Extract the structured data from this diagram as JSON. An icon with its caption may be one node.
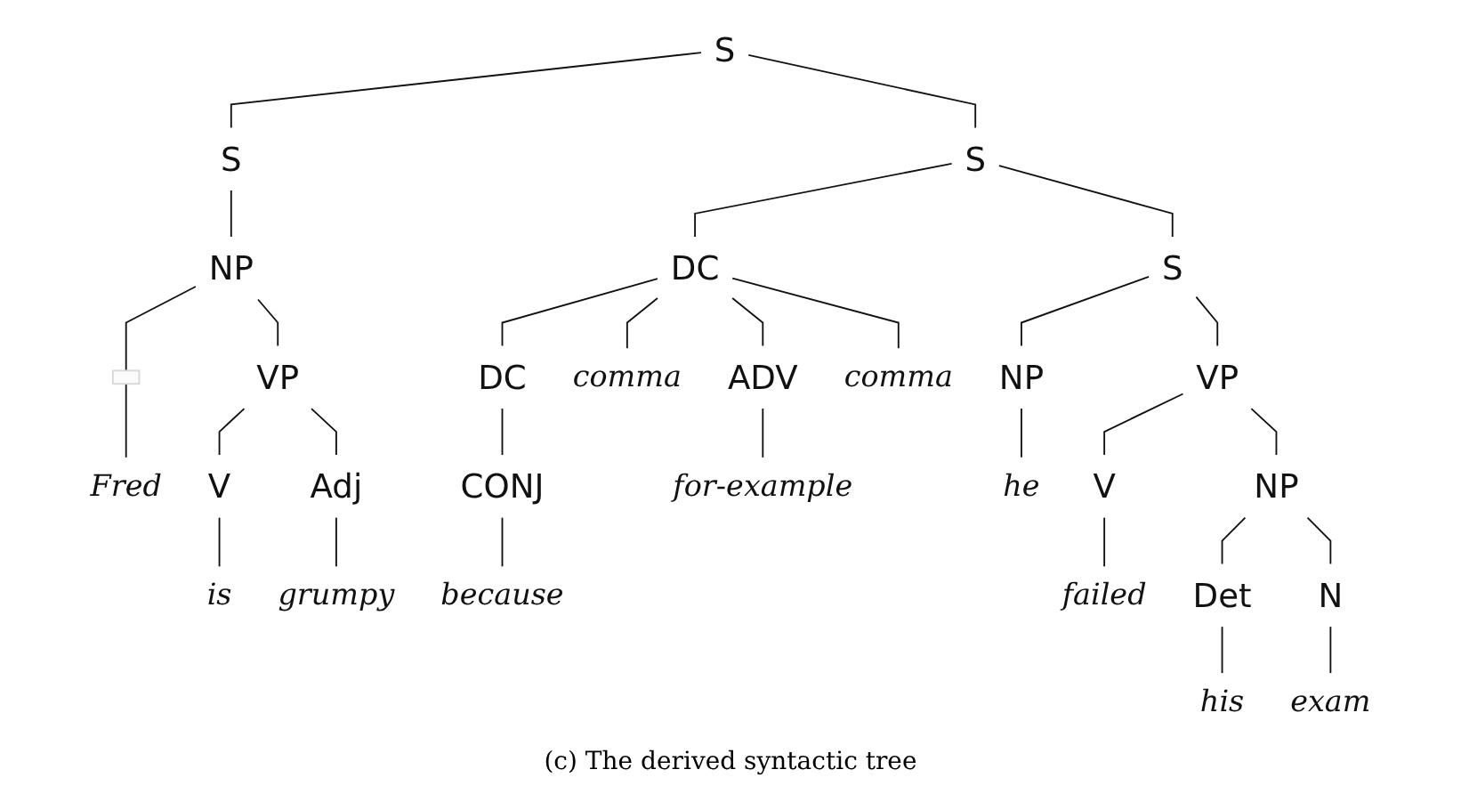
{
  "diagram": {
    "caption": "(c) The derived syntactic tree",
    "nodes": [
      {
        "text": [
          "S"
        ]
      },
      {
        "text": [
          "S"
        ]
      },
      {
        "text": [
          "S"
        ]
      },
      {
        "text": [
          "NP"
        ]
      },
      {
        "text": [
          "DC"
        ]
      },
      {
        "text": [
          "S"
        ]
      },
      {
        "text": [],
        "shape": "box"
      },
      {
        "text": [
          "VP"
        ]
      },
      {
        "text": [
          "DC"
        ]
      },
      {
        "text": [
          "comma"
        ]
      },
      {
        "text": [
          "ADV"
        ]
      },
      {
        "text": [
          "comma"
        ]
      },
      {
        "text": [
          "NP"
        ]
      },
      {
        "text": [
          "VP"
        ]
      },
      {
        "text": [
          "Fred"
        ]
      },
      {
        "text": [
          "V"
        ]
      },
      {
        "text": [
          "Adj"
        ]
      },
      {
        "text": [
          "CONJ"
        ]
      },
      {
        "text": [
          "for-example"
        ]
      },
      {
        "text": [
          "he"
        ]
      },
      {
        "text": [
          "V"
        ]
      },
      {
        "text": [
          "NP"
        ]
      },
      {
        "text": [
          "is"
        ]
      },
      {
        "text": [
          "grumpy"
        ]
      },
      {
        "text": [
          "because"
        ]
      },
      {
        "text": [
          "failed"
        ]
      },
      {
        "text": [
          "Det"
        ]
      },
      {
        "text": [
          "N"
        ]
      },
      {
        "text": [
          "his"
        ]
      },
      {
        "text": [
          "exam"
        ]
      }
    ],
    "edges": [
      {
        "from": 0,
        "to": 1,
        "arrow": "none"
      },
      {
        "from": 0,
        "to": 2,
        "arrow": "none"
      },
      {
        "from": 1,
        "to": 3,
        "arrow": "none"
      },
      {
        "from": 2,
        "to": 4,
        "arrow": "none"
      },
      {
        "from": 2,
        "to": 5,
        "arrow": "none"
      },
      {
        "from": 3,
        "to": 6,
        "arrow": "none"
      },
      {
        "from": 3,
        "to": 7,
        "arrow": "none"
      },
      {
        "from": 4,
        "to": 8,
        "arrow": "none"
      },
      {
        "from": 4,
        "to": 9,
        "arrow": "none"
      },
      {
        "from": 4,
        "to": 10,
        "arrow": "none"
      },
      {
        "from": 4,
        "to": 11,
        "arrow": "none"
      },
      {
        "from": 5,
        "to": 12,
        "arrow": "none"
      },
      {
        "from": 5,
        "to": 13,
        "arrow": "none"
      },
      {
        "from": 6,
        "to": 14,
        "arrow": "none"
      },
      {
        "from": 7,
        "to": 15,
        "arrow": "none"
      },
      {
        "from": 7,
        "to": 16,
        "arrow": "none"
      },
      {
        "from": 8,
        "to": 17,
        "arrow": "none"
      },
      {
        "from": 10,
        "to": 18,
        "arrow": "none"
      },
      {
        "from": 12,
        "to": 19,
        "arrow": "none"
      },
      {
        "from": 13,
        "to": 20,
        "arrow": "none"
      },
      {
        "from": 13,
        "to": 21,
        "arrow": "none"
      },
      {
        "from": 15,
        "to": 22,
        "arrow": "none"
      },
      {
        "from": 16,
        "to": 23,
        "arrow": "none"
      },
      {
        "from": 17,
        "to": 24,
        "arrow": "none"
      },
      {
        "from": 20,
        "to": 25,
        "arrow": "none"
      },
      {
        "from": 21,
        "to": 26,
        "arrow": "none"
      },
      {
        "from": 21,
        "to": 27,
        "arrow": "none"
      },
      {
        "from": 26,
        "to": 28,
        "arrow": "none"
      },
      {
        "from": 27,
        "to": 29,
        "arrow": "none"
      }
    ]
  }
}
